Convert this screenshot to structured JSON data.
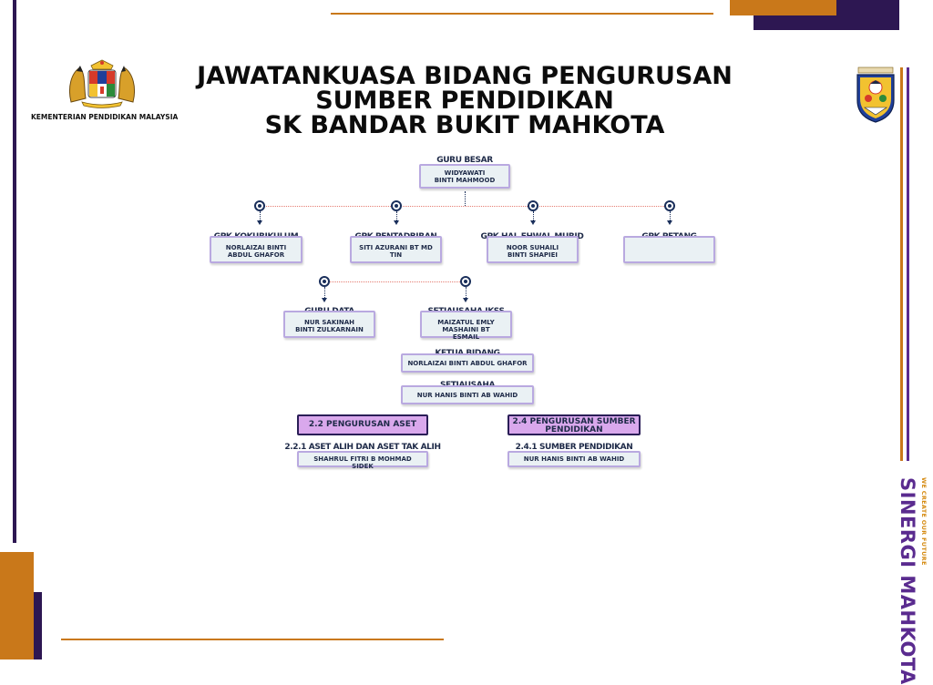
{
  "header": {
    "title_lines": [
      "JAWATANKUASA BIDANG PENGURUSAN",
      "SUMBER PENDIDIKAN",
      "SK BANDAR BUKIT MAHKOTA"
    ],
    "ministry_label": "KEMENTERIAN PENDIDIKAN MALAYSIA"
  },
  "org": {
    "guru_besar": {
      "role": "GURU BESAR",
      "name": "WIDYAWATI BINTI MAHMOOD"
    },
    "gpk_kokurikulum": {
      "role": "GPK KOKURIKULUM",
      "name": "NORLAIZAI BINTI ABDUL GHAFOR"
    },
    "gpk_pentadbiran": {
      "role": "GPK PENTADBIRAN",
      "name": "SITI AZURANI BT MD TIN"
    },
    "gpk_hem": {
      "role": "GPK HAL EHWAL MURID",
      "name": "NOOR SUHAILI  BINTI SHAPIEI"
    },
    "gpk_petang": {
      "role": "GPK PETANG",
      "name": ""
    },
    "guru_data": {
      "role": "GURU DATA",
      "name": "NUR SAKINAH BINTI ZULKARNAIN"
    },
    "setiausaha_jkss": {
      "role": "SETIAUSAHA JKSS",
      "name": "MAIZATUL EMLY MASHAINI BT ESMAIL"
    },
    "ketua_bidang": {
      "role": "KETUA BIDANG",
      "name": "NORLAIZAI BINTI ABDUL GHAFOR"
    },
    "setiausaha": {
      "role": "SETIAUSAHA",
      "name": "NUR HANIS BINTI AB WAHID"
    },
    "unit_aset": {
      "heading": "2.2 PENGURUSAN ASET",
      "role": "2.2.1 ASET ALIH DAN ASET TAK ALIH",
      "name": "SHAHRUL FITRI B MOHMAD SIDEK"
    },
    "unit_sumber": {
      "heading": "2.4 PENGURUSAN SUMBER PENDIDIKAN",
      "role": "2.4.1 SUMBER PENDIDIKAN",
      "name": "NUR HANIS BINTI AB WAHID"
    }
  },
  "branding": {
    "slogan": "SINERGI MAHKOTA",
    "motto": "WE CREATE OUR FUTURE"
  },
  "colors": {
    "orange": "#c9781a",
    "purple_dark": "#2d1752",
    "purple": "#5a2b8f",
    "box_border": "#b9a9e0",
    "head_fill": "#d9a8ec"
  },
  "icons": {
    "left_logo": "malaysia-coat-of-arms-icon",
    "right_logo": "school-crest-icon",
    "connector": "circle-node-icon"
  }
}
